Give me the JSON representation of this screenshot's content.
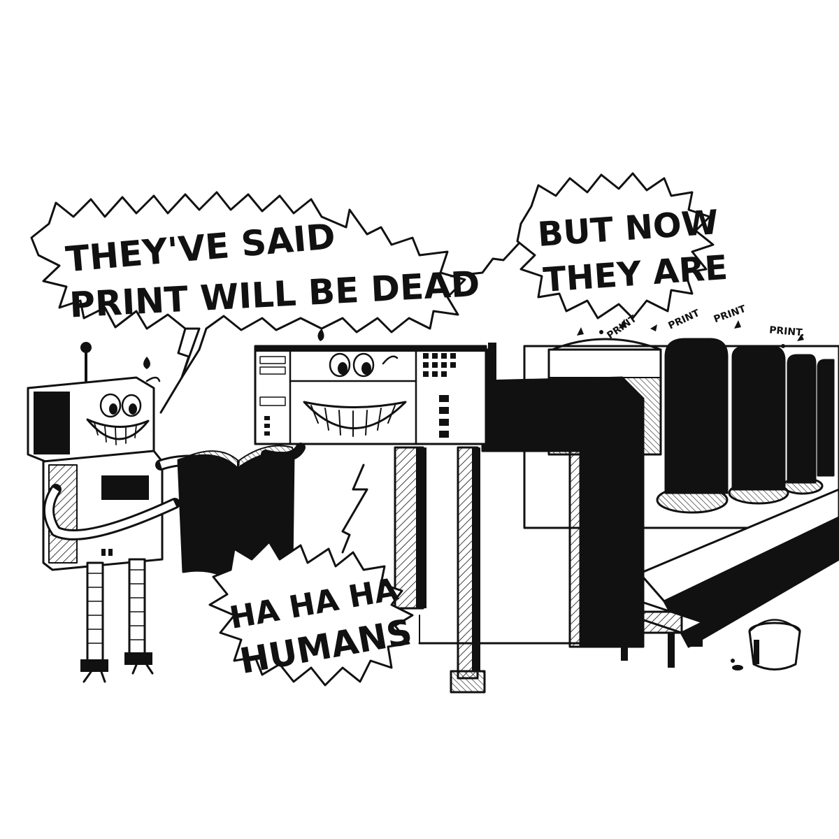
{
  "bubbles": {
    "print_dead_line1": "THEY'VE SAID",
    "print_dead_line2": "PRINT WILL BE DEAD",
    "but_now_line1": "BUT NOW",
    "but_now_line2": "THEY ARE",
    "humans_line1": "HA HA HA",
    "humans_line2": "HUMANS"
  },
  "sound_effects": [
    "PRINT",
    "PRINT",
    "PRINT",
    "PRINT."
  ],
  "colors": {
    "ink": "#111111",
    "paper": "#ffffff"
  }
}
